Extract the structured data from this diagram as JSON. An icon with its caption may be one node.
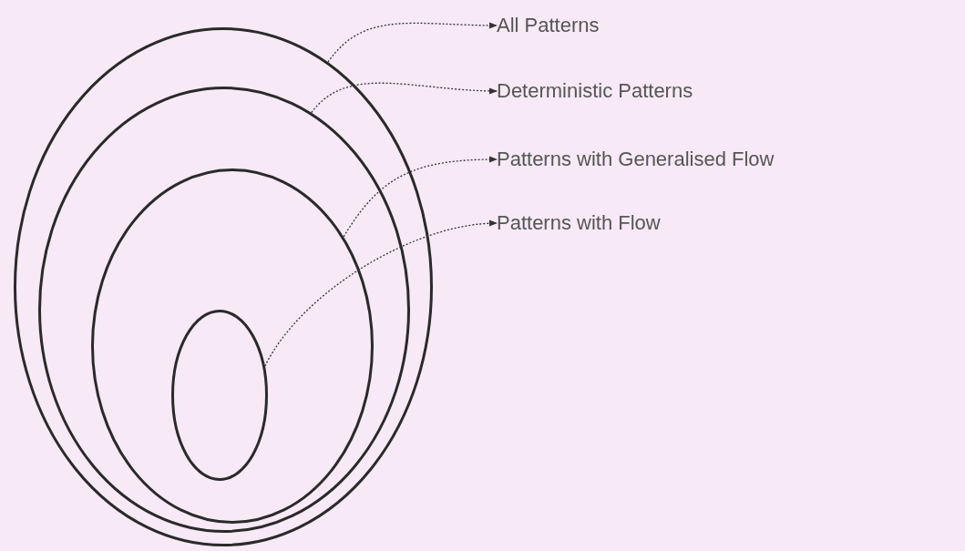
{
  "diagram": {
    "nodes": [
      {
        "text": [],
        "shape": "ellipse"
      },
      {
        "text": [],
        "shape": "ellipse",
        "in": 0
      },
      {
        "text": [],
        "shape": "ellipse",
        "in": 1
      },
      {
        "text": [],
        "shape": "ellipse",
        "in": 2
      },
      {
        "text": [
          "All Patterns"
        ]
      },
      {
        "text": [
          "Deterministic Patterns"
        ]
      },
      {
        "text": [
          "Patterns with Generalised Flow"
        ]
      },
      {
        "text": [
          "Patterns with Flow"
        ]
      }
    ],
    "edges": [
      {
        "from": 0,
        "to": 4,
        "arrow": "to",
        "style": "dashed"
      },
      {
        "from": 1,
        "to": 5,
        "arrow": "to",
        "style": "dashed"
      },
      {
        "from": 2,
        "to": 6,
        "arrow": "to",
        "style": "dashed"
      },
      {
        "from": 3,
        "to": 7,
        "arrow": "to",
        "style": "dashed"
      }
    ]
  }
}
